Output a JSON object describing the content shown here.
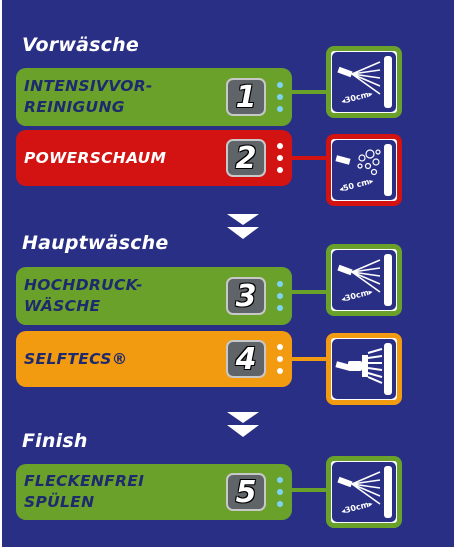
{
  "sections": {
    "prewash": "Vorwäsche",
    "mainwash": "Hauptwäsche",
    "finish": "Finish"
  },
  "programs": [
    {
      "label": "INTENSIVVOR-\nREINIGUNG",
      "number": "1",
      "color": "#6aa12a",
      "icon": "spray-nozzle-icon",
      "icon_text": "30cm"
    },
    {
      "label": "POWERSCHAUM",
      "number": "2",
      "color": "#d31212",
      "icon": "foam-nozzle-icon",
      "icon_text": "50 cm"
    },
    {
      "label": "HOCHDRUCK-\nWÄSCHE",
      "number": "3",
      "color": "#6aa12a",
      "icon": "spray-nozzle-icon",
      "icon_text": "30cm"
    },
    {
      "label": "SELFTECS®",
      "number": "4",
      "color": "#f29a10",
      "icon": "brush-icon",
      "icon_text": ""
    },
    {
      "label": "FLECKENFREI\nSPÜLEN",
      "number": "5",
      "color": "#6aa12a",
      "icon": "spray-nozzle-icon",
      "icon_text": "30cm"
    }
  ],
  "colors": {
    "background": "#2a2f86",
    "green": "#6aa12a",
    "red": "#d31212",
    "orange": "#f29a10",
    "dots": "#7dd3f4"
  }
}
